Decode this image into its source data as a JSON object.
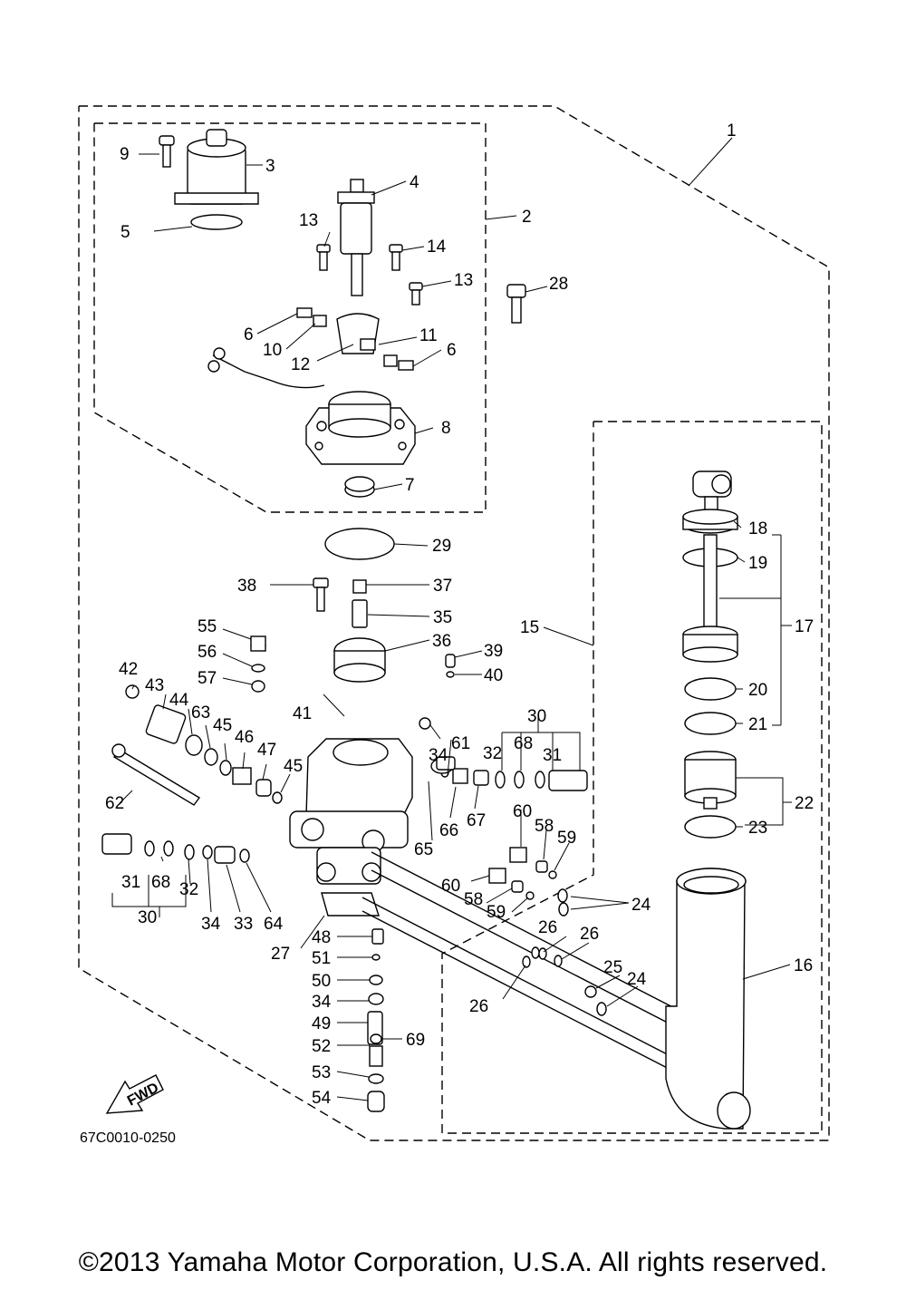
{
  "diagram": {
    "part_code": "67C0010-0250",
    "fwd_label": "FWD",
    "labels": {
      "p1": "1",
      "p2": "2",
      "p3": "3",
      "p4": "4",
      "p5": "5",
      "p6a": "6",
      "p6b": "6",
      "p7": "7",
      "p8": "8",
      "p9": "9",
      "p10": "10",
      "p11": "11",
      "p12": "12",
      "p13a": "13",
      "p13b": "13",
      "p14": "14",
      "p15": "15",
      "p16": "16",
      "p17": "17",
      "p18": "18",
      "p19": "19",
      "p20": "20",
      "p21": "21",
      "p22": "22",
      "p23": "23",
      "p24a": "24",
      "p24b": "24",
      "p25": "25",
      "p26a": "26",
      "p26b": "26",
      "p26c": "26",
      "p27": "27",
      "p28": "28",
      "p29": "29",
      "p30a": "30",
      "p30b": "30",
      "p31a": "31",
      "p31b": "31",
      "p32a": "32",
      "p32b": "32",
      "p33": "33",
      "p34a": "34",
      "p34b": "34",
      "p34c": "34",
      "p35": "35",
      "p36": "36",
      "p37": "37",
      "p38": "38",
      "p39": "39",
      "p40": "40",
      "p41": "41",
      "p42": "42",
      "p43": "43",
      "p44": "44",
      "p45a": "45",
      "p45b": "45",
      "p46": "46",
      "p47": "47",
      "p48": "48",
      "p49": "49",
      "p50": "50",
      "p51": "51",
      "p52": "52",
      "p53": "53",
      "p54": "54",
      "p55": "55",
      "p56": "56",
      "p57": "57",
      "p58a": "58",
      "p58b": "58",
      "p59a": "59",
      "p59b": "59",
      "p60a": "60",
      "p60b": "60",
      "p61": "61",
      "p62": "62",
      "p63": "63",
      "p64": "64",
      "p65": "65",
      "p66": "66",
      "p67": "67",
      "p68a": "68",
      "p68b": "68",
      "p69": "69"
    }
  },
  "footer": {
    "copyright": "©2013 Yamaha Motor Corporation, U.S.A. All rights reserved."
  }
}
